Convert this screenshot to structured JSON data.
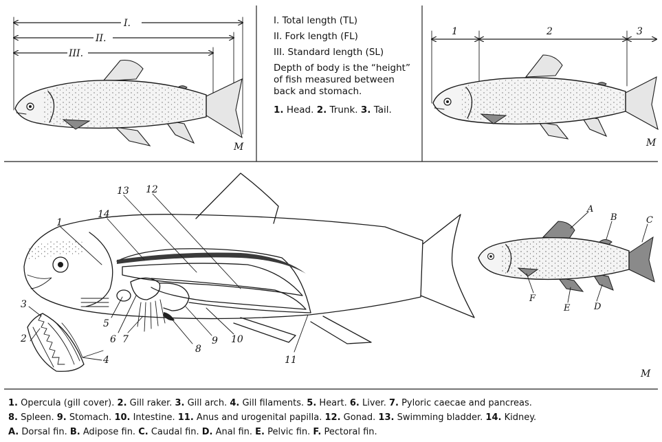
{
  "length_legend": {
    "tl": "I. Total length (TL)",
    "fl": "II. Fork length (FL)",
    "sl": "III. Standard length (SL)",
    "depth": "Depth of body is the “height” of fish measured between back and stomach.",
    "parts": [
      {
        "n": "1.",
        "t": " Head. "
      },
      {
        "n": "2.",
        "t": " Trunk. "
      },
      {
        "n": "3.",
        "t": " Tail."
      }
    ]
  },
  "figure_a_labels": {
    "tl": "I.",
    "fl": "II.",
    "sl": "III."
  },
  "figure_b_labels": {
    "head": "1",
    "trunk": "2",
    "tail": "3"
  },
  "anatomy_labels": [
    "1",
    "2",
    "3",
    "4",
    "5",
    "6",
    "7",
    "8",
    "9",
    "10",
    "11",
    "12",
    "13",
    "14"
  ],
  "fin_labels": [
    "A",
    "B",
    "C",
    "D",
    "E",
    "F"
  ],
  "signature": "M",
  "caption": {
    "line1": [
      {
        "n": "1.",
        "t": " Opercula (gill cover). "
      },
      {
        "n": "2.",
        "t": " Gill raker. "
      },
      {
        "n": "3.",
        "t": " Gill arch. "
      },
      {
        "n": "4.",
        "t": " Gill filaments. "
      },
      {
        "n": "5.",
        "t": " Heart. "
      },
      {
        "n": "6.",
        "t": " Liver. "
      },
      {
        "n": "7.",
        "t": " Pyloric caecae and pancreas."
      }
    ],
    "line2": [
      {
        "n": "8.",
        "t": " Spleen. "
      },
      {
        "n": "9.",
        "t": " Stomach. "
      },
      {
        "n": "10.",
        "t": " Intestine. "
      },
      {
        "n": "11.",
        "t": " Anus and urogenital papilla. "
      },
      {
        "n": "12.",
        "t": " Gonad. "
      },
      {
        "n": "13.",
        "t": " Swimming bladder. "
      },
      {
        "n": "14.",
        "t": " Kidney."
      }
    ],
    "line3": [
      {
        "n": "A.",
        "t": " Dorsal fin. "
      },
      {
        "n": "B.",
        "t": " Adipose fin. "
      },
      {
        "n": "C.",
        "t": " Caudal fin. "
      },
      {
        "n": "D.",
        "t": " Anal fin. "
      },
      {
        "n": "E.",
        "t": " Pelvic fin. "
      },
      {
        "n": "F.",
        "t": " Pectoral fin."
      }
    ]
  },
  "colors": {
    "ink": "#1a1a1a",
    "kidney": "#3a3a3a",
    "fin_shade": "#8a8a8a"
  }
}
